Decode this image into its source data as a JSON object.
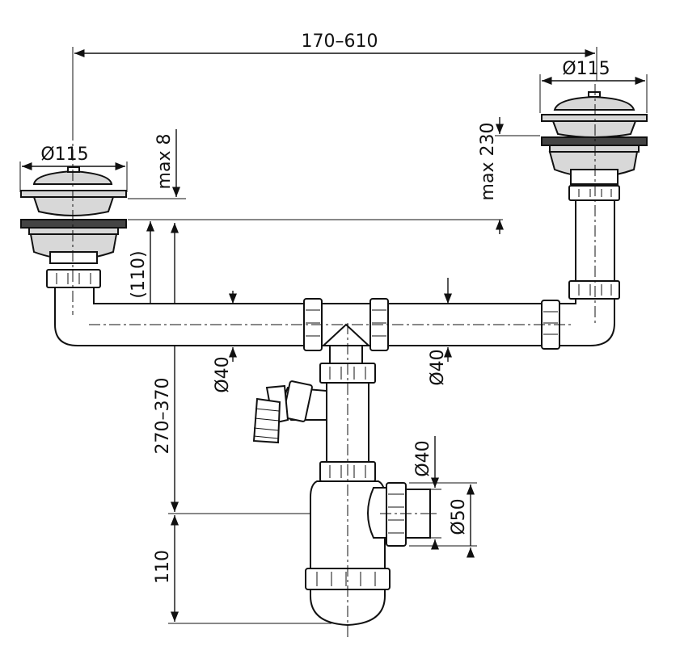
{
  "dimensions": {
    "span": "170–610",
    "dia_left_sink": "Ø115",
    "dia_right_sink": "Ø115",
    "max_8": "max 8",
    "max_230": "max 230",
    "height_110_paren": "(110)",
    "dia_40_left": "Ø40",
    "dia_40_right": "Ø40",
    "dia_40_outlet": "Ø40",
    "dia_50_outlet": "Ø50",
    "height_270_370": "270–370",
    "height_110": "110"
  }
}
